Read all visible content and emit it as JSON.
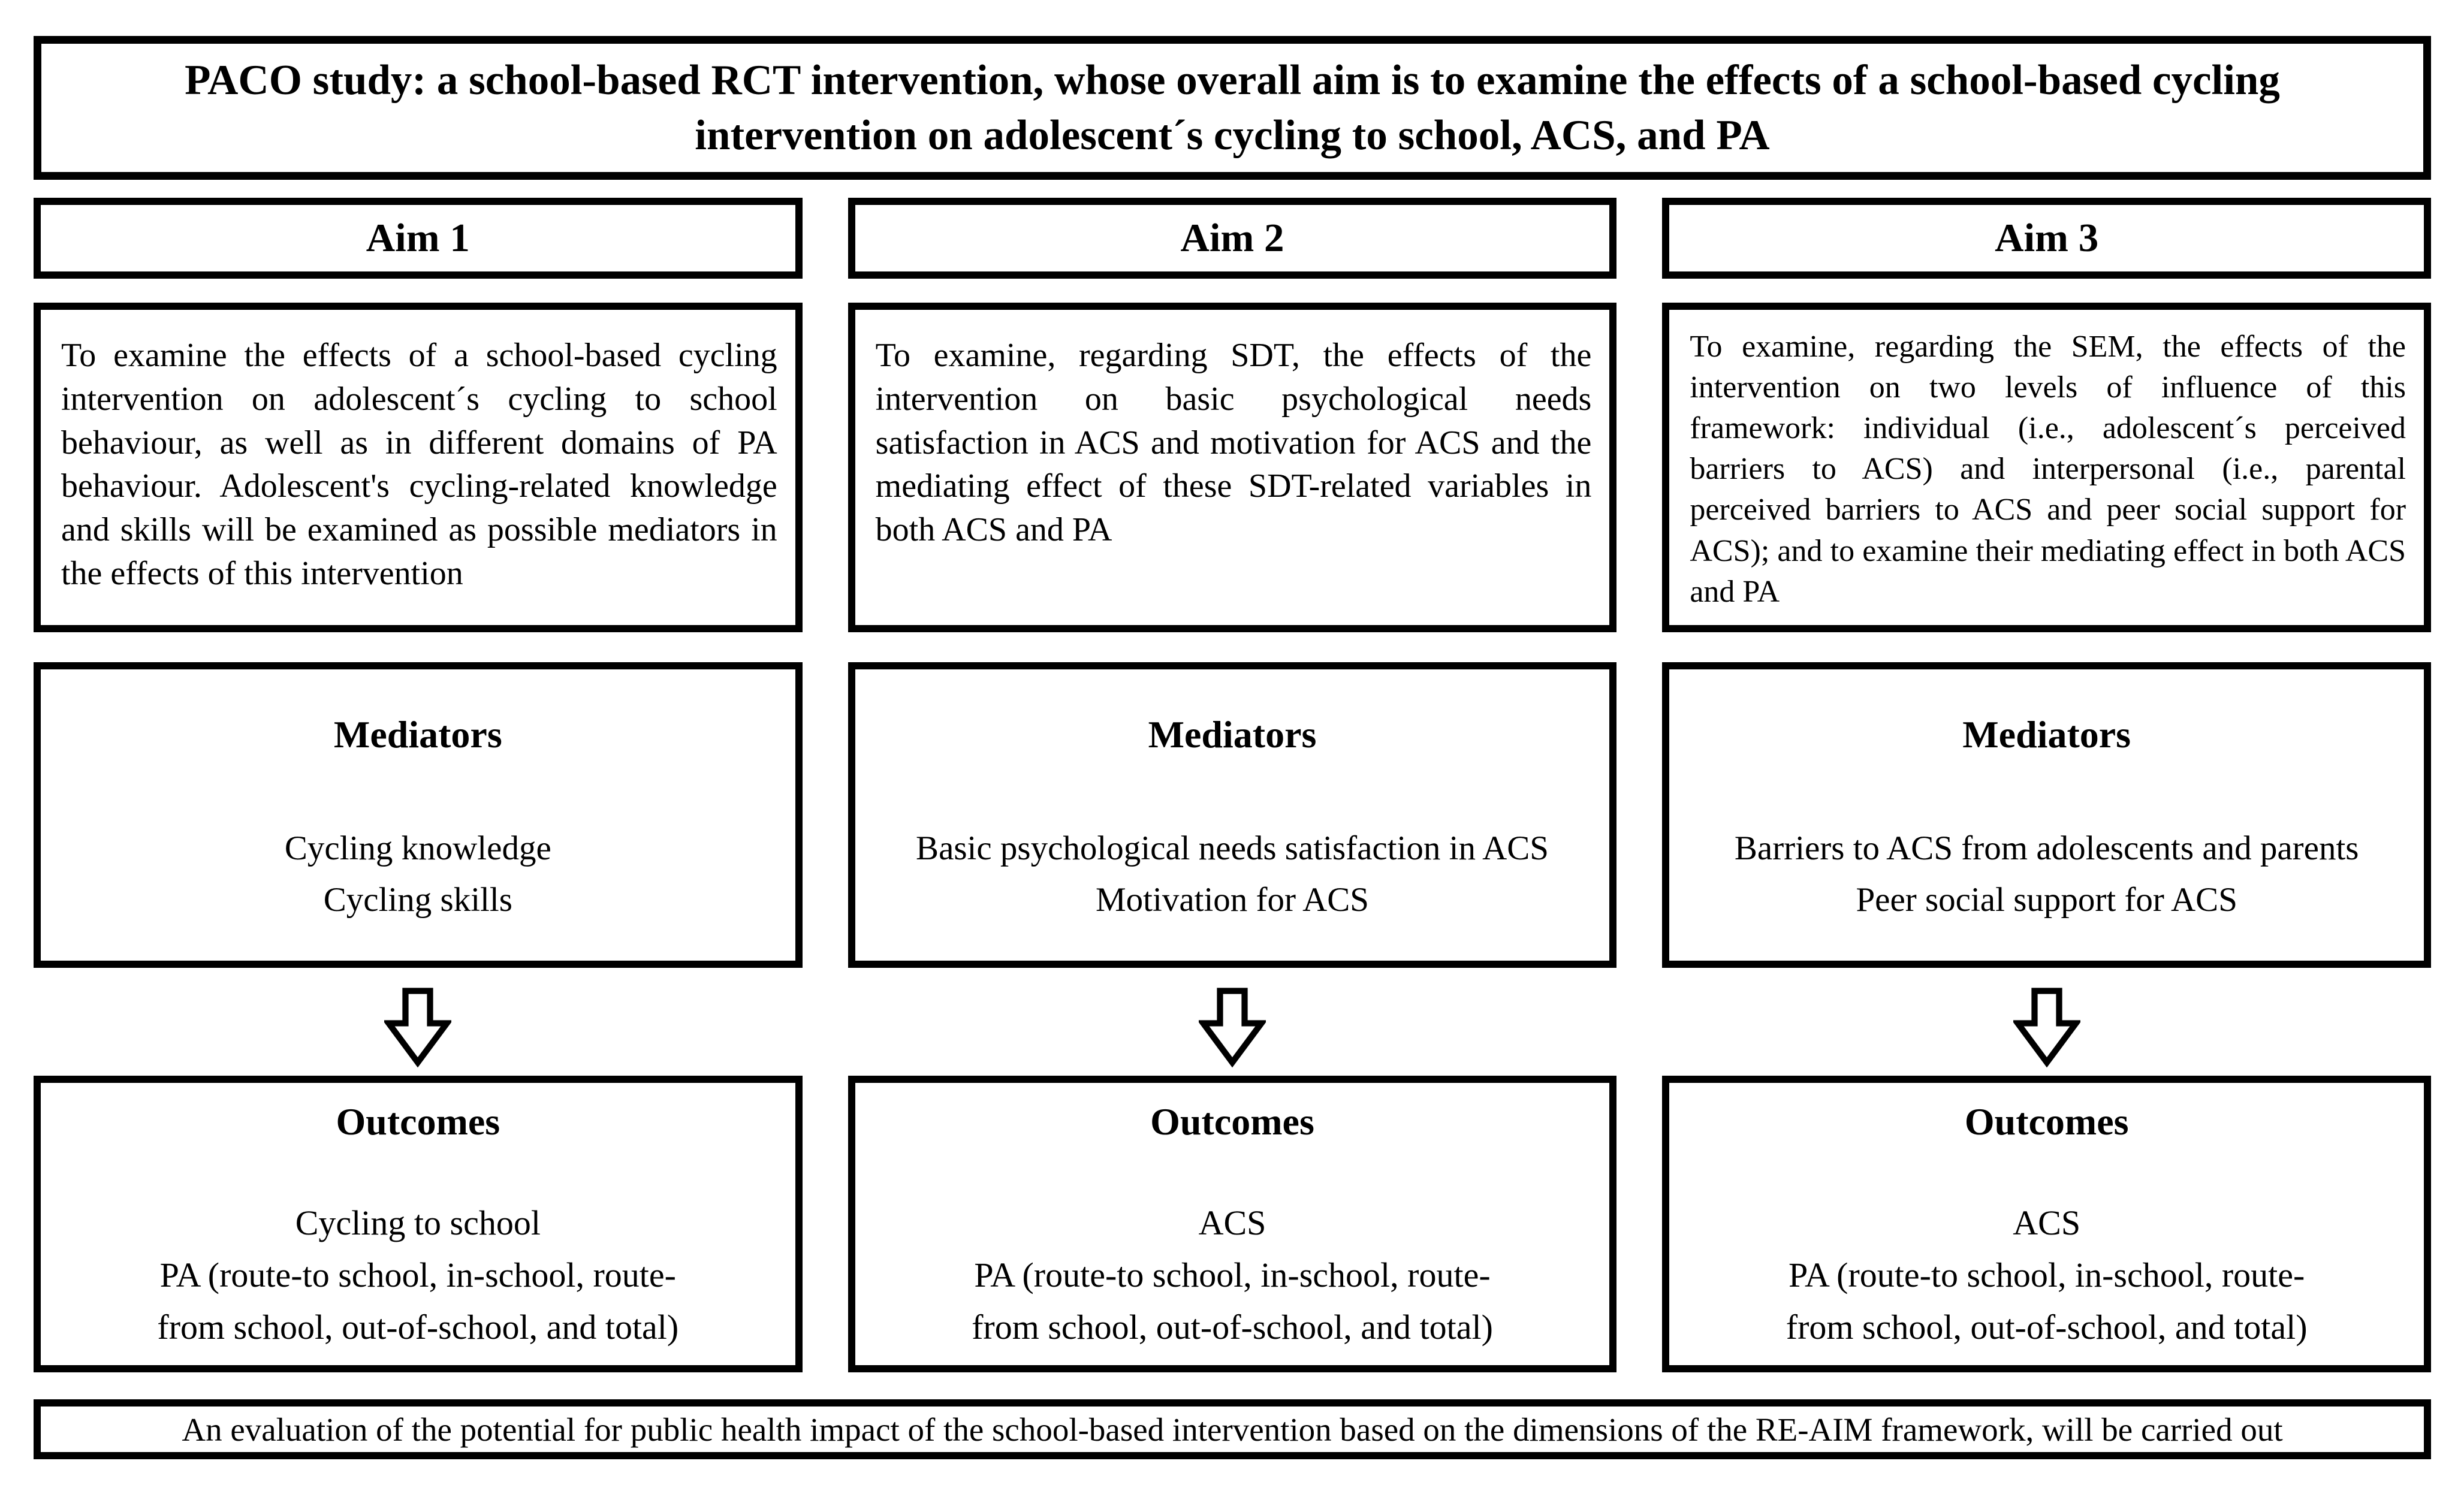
{
  "colors": {
    "ink": "#000000",
    "paper": "#ffffff"
  },
  "title": "PACO study: a school-based RCT intervention, whose overall aim is to examine the effects of a school-based cycling\nintervention on adolescent´s cycling to school, ACS, and PA",
  "footer": "An evaluation of the potential for public health impact of the school-based intervention based on the dimensions of the RE-AIM framework, will be carried out",
  "arrow": {
    "icon": "down-arrow",
    "fill": "#ffffff",
    "stroke": "#000000"
  },
  "columns": [
    {
      "aim_label": "Aim 1",
      "description": "To examine the effects of a school-based cycling intervention on adolescent´s cycling to school behaviour, as well as in different domains of PA behaviour. Adolescent's cycling-related knowledge and skills will be examined as possible mediators in the effects of this intervention",
      "mediators_title": "Mediators",
      "mediators": [
        "Cycling knowledge",
        "Cycling skills"
      ],
      "outcomes_title": "Outcomes",
      "outcomes": [
        "Cycling to school",
        "PA (route-to school, in-school, route-\nfrom school, out-of-school, and total)"
      ]
    },
    {
      "aim_label": "Aim 2",
      "description": "To examine, regarding SDT, the effects of the intervention on basic psychological needs satisfaction in ACS and motivation for ACS and the mediating effect of these SDT-related variables in both ACS and PA",
      "mediators_title": "Mediators",
      "mediators": [
        "Basic psychological needs satisfaction in ACS",
        "Motivation for ACS"
      ],
      "outcomes_title": "Outcomes",
      "outcomes": [
        "ACS",
        "PA (route-to school, in-school, route-\nfrom school, out-of-school, and total)"
      ]
    },
    {
      "aim_label": "Aim 3",
      "description": "To examine, regarding the SEM, the effects of the intervention on two levels of influence of this framework: individual (i.e., adolescent´s perceived barriers to ACS) and interpersonal (i.e., parental perceived barriers to ACS and peer social support for ACS); and to examine their mediating effect in both ACS and PA",
      "mediators_title": "Mediators",
      "mediators": [
        "Barriers to ACS from adolescents and parents",
        "Peer social support for ACS"
      ],
      "outcomes_title": "Outcomes",
      "outcomes": [
        "ACS",
        "PA (route-to school, in-school, route-\nfrom school, out-of-school, and total)"
      ]
    }
  ]
}
